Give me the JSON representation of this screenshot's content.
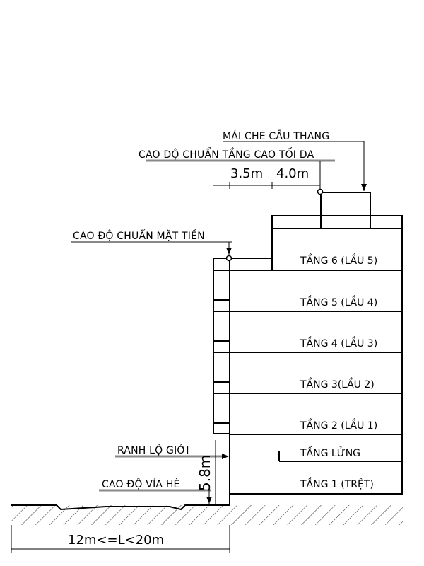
{
  "labels": {
    "mai_che_cau_thang": "MÁI CHE CẦU THANG",
    "cao_do_chuan_tang_cao_toi_da": "CAO ĐỘ CHUẨN TẦNG CAO TỐI ĐA",
    "cao_do_chuan_mat_tien": "CAO ĐỘ CHUẨN MẶT TIỀN",
    "ranh_lo_gioi": "RANH LỘ GIỚI",
    "cao_do_via_he": "CAO ĐỘ VỈA HÈ"
  },
  "dimensions": {
    "setback_a": "3.5m",
    "setback_b": "4.0m",
    "height": "5.8m",
    "street_width": "12m<=L<20m"
  },
  "floors": [
    "TẦNG 6 (LẦU 5)",
    "TẦNG 5 (LẦU 4)",
    "TẦNG 4 (LẦU 3)",
    "TẦNG 3(LẦU 2)",
    "TẦNG 2 (LẦU 1)",
    "TẦNG LỬNG",
    "TẦNG 1 (TRỆT)"
  ]
}
